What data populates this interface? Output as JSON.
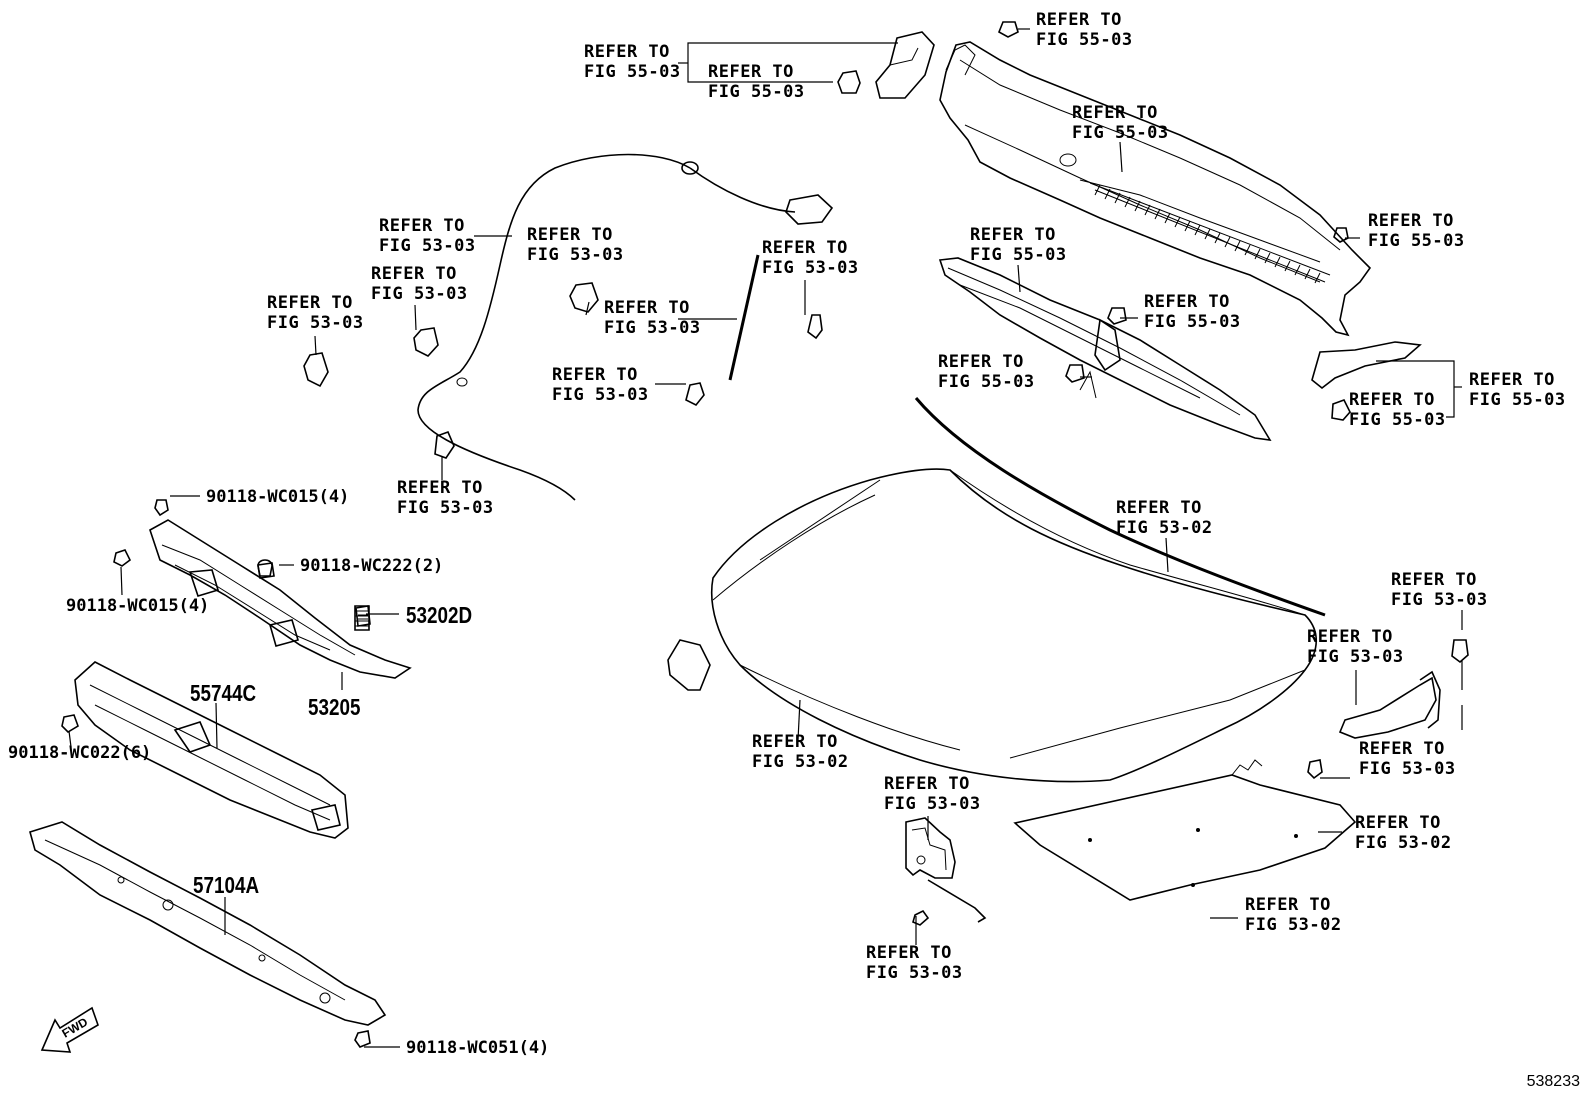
{
  "diagram": {
    "identifier": "538233",
    "refer": {
      "r1": [
        "REFER TO",
        "FIG 55-03"
      ],
      "r2": [
        "REFER TO",
        "FIG 55-03"
      ],
      "r3": [
        "REFER TO",
        "FIG 55-03"
      ],
      "r4": [
        "REFER TO",
        "FIG 55-03"
      ],
      "r5": [
        "REFER TO",
        "FIG 55-03"
      ],
      "r6": [
        "REFER TO",
        "FIG 55-03"
      ],
      "r7": [
        "REFER TO",
        "FIG 55-03"
      ],
      "r8": [
        "REFER TO",
        "FIG 55-03"
      ],
      "r9": [
        "REFER TO",
        "FIG 55-03"
      ],
      "r10": [
        "REFER TO",
        "FIG 55-03"
      ],
      "r11": [
        "REFER TO",
        "FIG 53-03"
      ],
      "r12": [
        "REFER TO",
        "FIG 53-03"
      ],
      "r13": [
        "REFER TO",
        "FIG 53-03"
      ],
      "r14": [
        "REFER TO",
        "FIG 53-03"
      ],
      "r15": [
        "REFER TO",
        "FIG 53-03"
      ],
      "r16": [
        "REFER TO",
        "FIG 53-03"
      ],
      "r17": [
        "REFER TO",
        "FIG 53-03"
      ],
      "r18": [
        "REFER TO",
        "FIG 53-03"
      ],
      "r19": [
        "REFER TO",
        "FIG 53-02"
      ],
      "r20": [
        "REFER TO",
        "FIG 53-03"
      ],
      "r21": [
        "REFER TO",
        "FIG 53-03"
      ],
      "r22": [
        "REFER TO",
        "FIG 53-03"
      ],
      "r23": [
        "REFER TO",
        "FIG 53-02"
      ],
      "r24": [
        "REFER TO",
        "FIG 53-03"
      ],
      "r25": [
        "REFER TO",
        "FIG 53-02"
      ],
      "r26": [
        "REFER TO",
        "FIG 53-03"
      ],
      "r27": [
        "REFER TO",
        "FIG 53-02"
      ]
    },
    "parts": {
      "p1": "90118-WC015(4)",
      "p2": "90118-WC222(2)",
      "p3": "90118-WC015(4)",
      "p4": "53202D",
      "p5": "55744C",
      "p6": "53205",
      "p7": "90118-WC022(6)",
      "p8": "57104A",
      "p9": "90118-WC051(4)"
    },
    "fwd_label": "FWD"
  }
}
